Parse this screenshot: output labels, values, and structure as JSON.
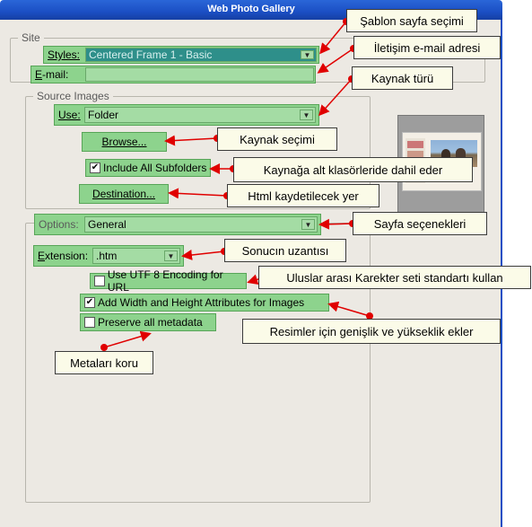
{
  "window": {
    "title": "Web Photo Gallery"
  },
  "site": {
    "legend": "Site",
    "styles_label": "Styles:",
    "styles_value": "Centered Frame 1 - Basic",
    "email_label": "E-mail:",
    "email_value": ""
  },
  "source": {
    "legend": "Source Images",
    "use_label": "Use:",
    "use_value": "Folder",
    "browse_label": "Browse...",
    "include_subfolders_label": "Include All Subfolders",
    "include_subfolders_checked": true,
    "destination_label": "Destination..."
  },
  "options": {
    "label": "Options:",
    "value": "General",
    "extension_label": "Extension:",
    "extension_value": ".htm",
    "utf8_label": "Use UTF 8 Encoding for URL",
    "utf8_checked": false,
    "width_height_label": "Add Width and Height Attributes for Images",
    "width_height_checked": true,
    "preserve_label": "Preserve all metadata",
    "preserve_checked": false
  },
  "callouts": {
    "sablon": "Şablon sayfa seçimi",
    "iletisim": "İletişim e-mail adresi",
    "kaynak_turu": "Kaynak türü",
    "kaynak_secimi": "Kaynak seçimi",
    "alt_klasor": "Kaynağa alt klasörleride dahil eder",
    "html_kayit": "Html kaydetilecek yer",
    "sayfa_secenek": "Sayfa seçenekleri",
    "uzanti": "Sonucın uzantısı",
    "utf8": "Uluslar arası Karekter seti standartı kullan",
    "genislik": "Resimler için genişlik ve yükseklik ekler",
    "metalar": "Metaları koru"
  },
  "colors": {
    "highlight": "#8dd38d",
    "arrow": "#e00000",
    "callout_bg": "#fbfbe8",
    "titlebar": "#1b4fc4"
  }
}
